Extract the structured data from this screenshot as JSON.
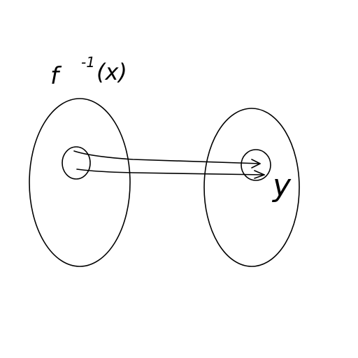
{
  "diagram": {
    "domain_label": "f -1(x)",
    "domain_label_parts": {
      "func": "f",
      "superscript": "-1",
      "argument": "(x)"
    },
    "codomain_label": "y"
  },
  "colors": {
    "ink": "#000000",
    "background": "#ffffff"
  }
}
